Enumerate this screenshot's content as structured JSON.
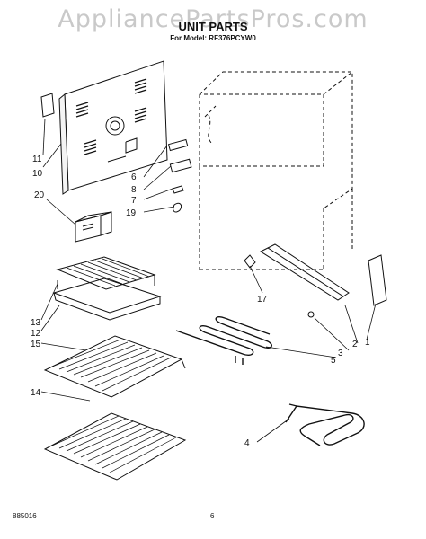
{
  "watermark": "AppliancePartsPros.com",
  "title": "UNIT PARTS",
  "subtitle": "For Model: RF376PCYW0",
  "footer": {
    "doc_number": "885016",
    "page_number": "6"
  },
  "callouts": [
    "11",
    "10",
    "20",
    "6",
    "8",
    "7",
    "19",
    "13",
    "12",
    "15",
    "14",
    "17",
    "3",
    "2",
    "1",
    "5",
    "4"
  ]
}
